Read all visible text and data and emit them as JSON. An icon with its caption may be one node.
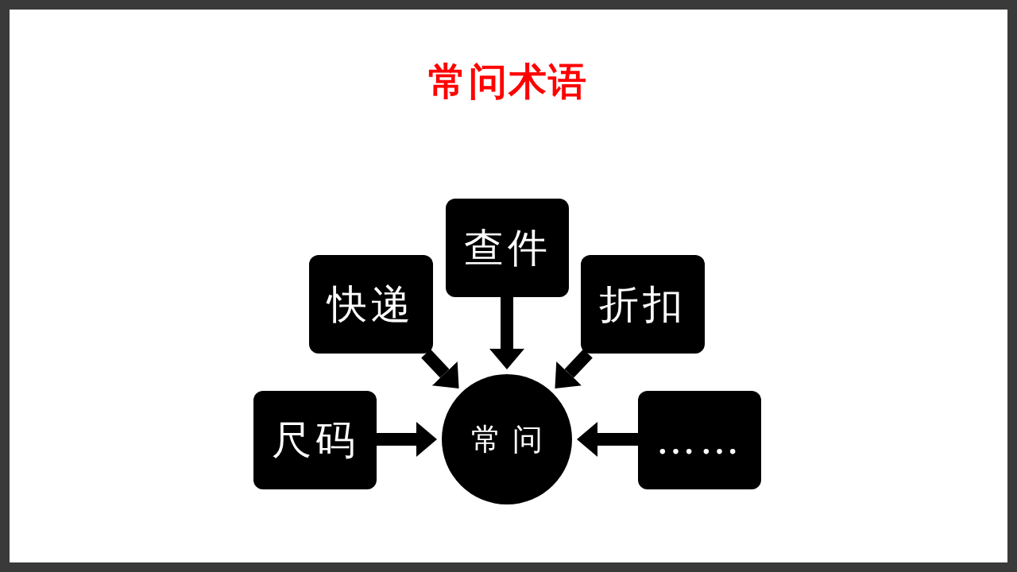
{
  "diagram": {
    "title": "常问术语",
    "nodes": [
      {
        "text": [
          "查件"
        ]
      },
      {
        "text": [
          "快递"
        ]
      },
      {
        "text": [
          "折扣"
        ]
      },
      {
        "text": [
          "尺码"
        ]
      },
      {
        "text": [
          "常问"
        ]
      },
      {
        "text": [
          "……"
        ]
      }
    ],
    "edges": [
      {
        "from": 3,
        "to": 4,
        "arrow": "to"
      },
      {
        "from": 1,
        "to": 4,
        "arrow": "to"
      },
      {
        "from": 0,
        "to": 4,
        "arrow": "to"
      },
      {
        "from": 2,
        "to": 4,
        "arrow": "to"
      },
      {
        "from": 5,
        "to": 4,
        "arrow": "to"
      }
    ]
  }
}
